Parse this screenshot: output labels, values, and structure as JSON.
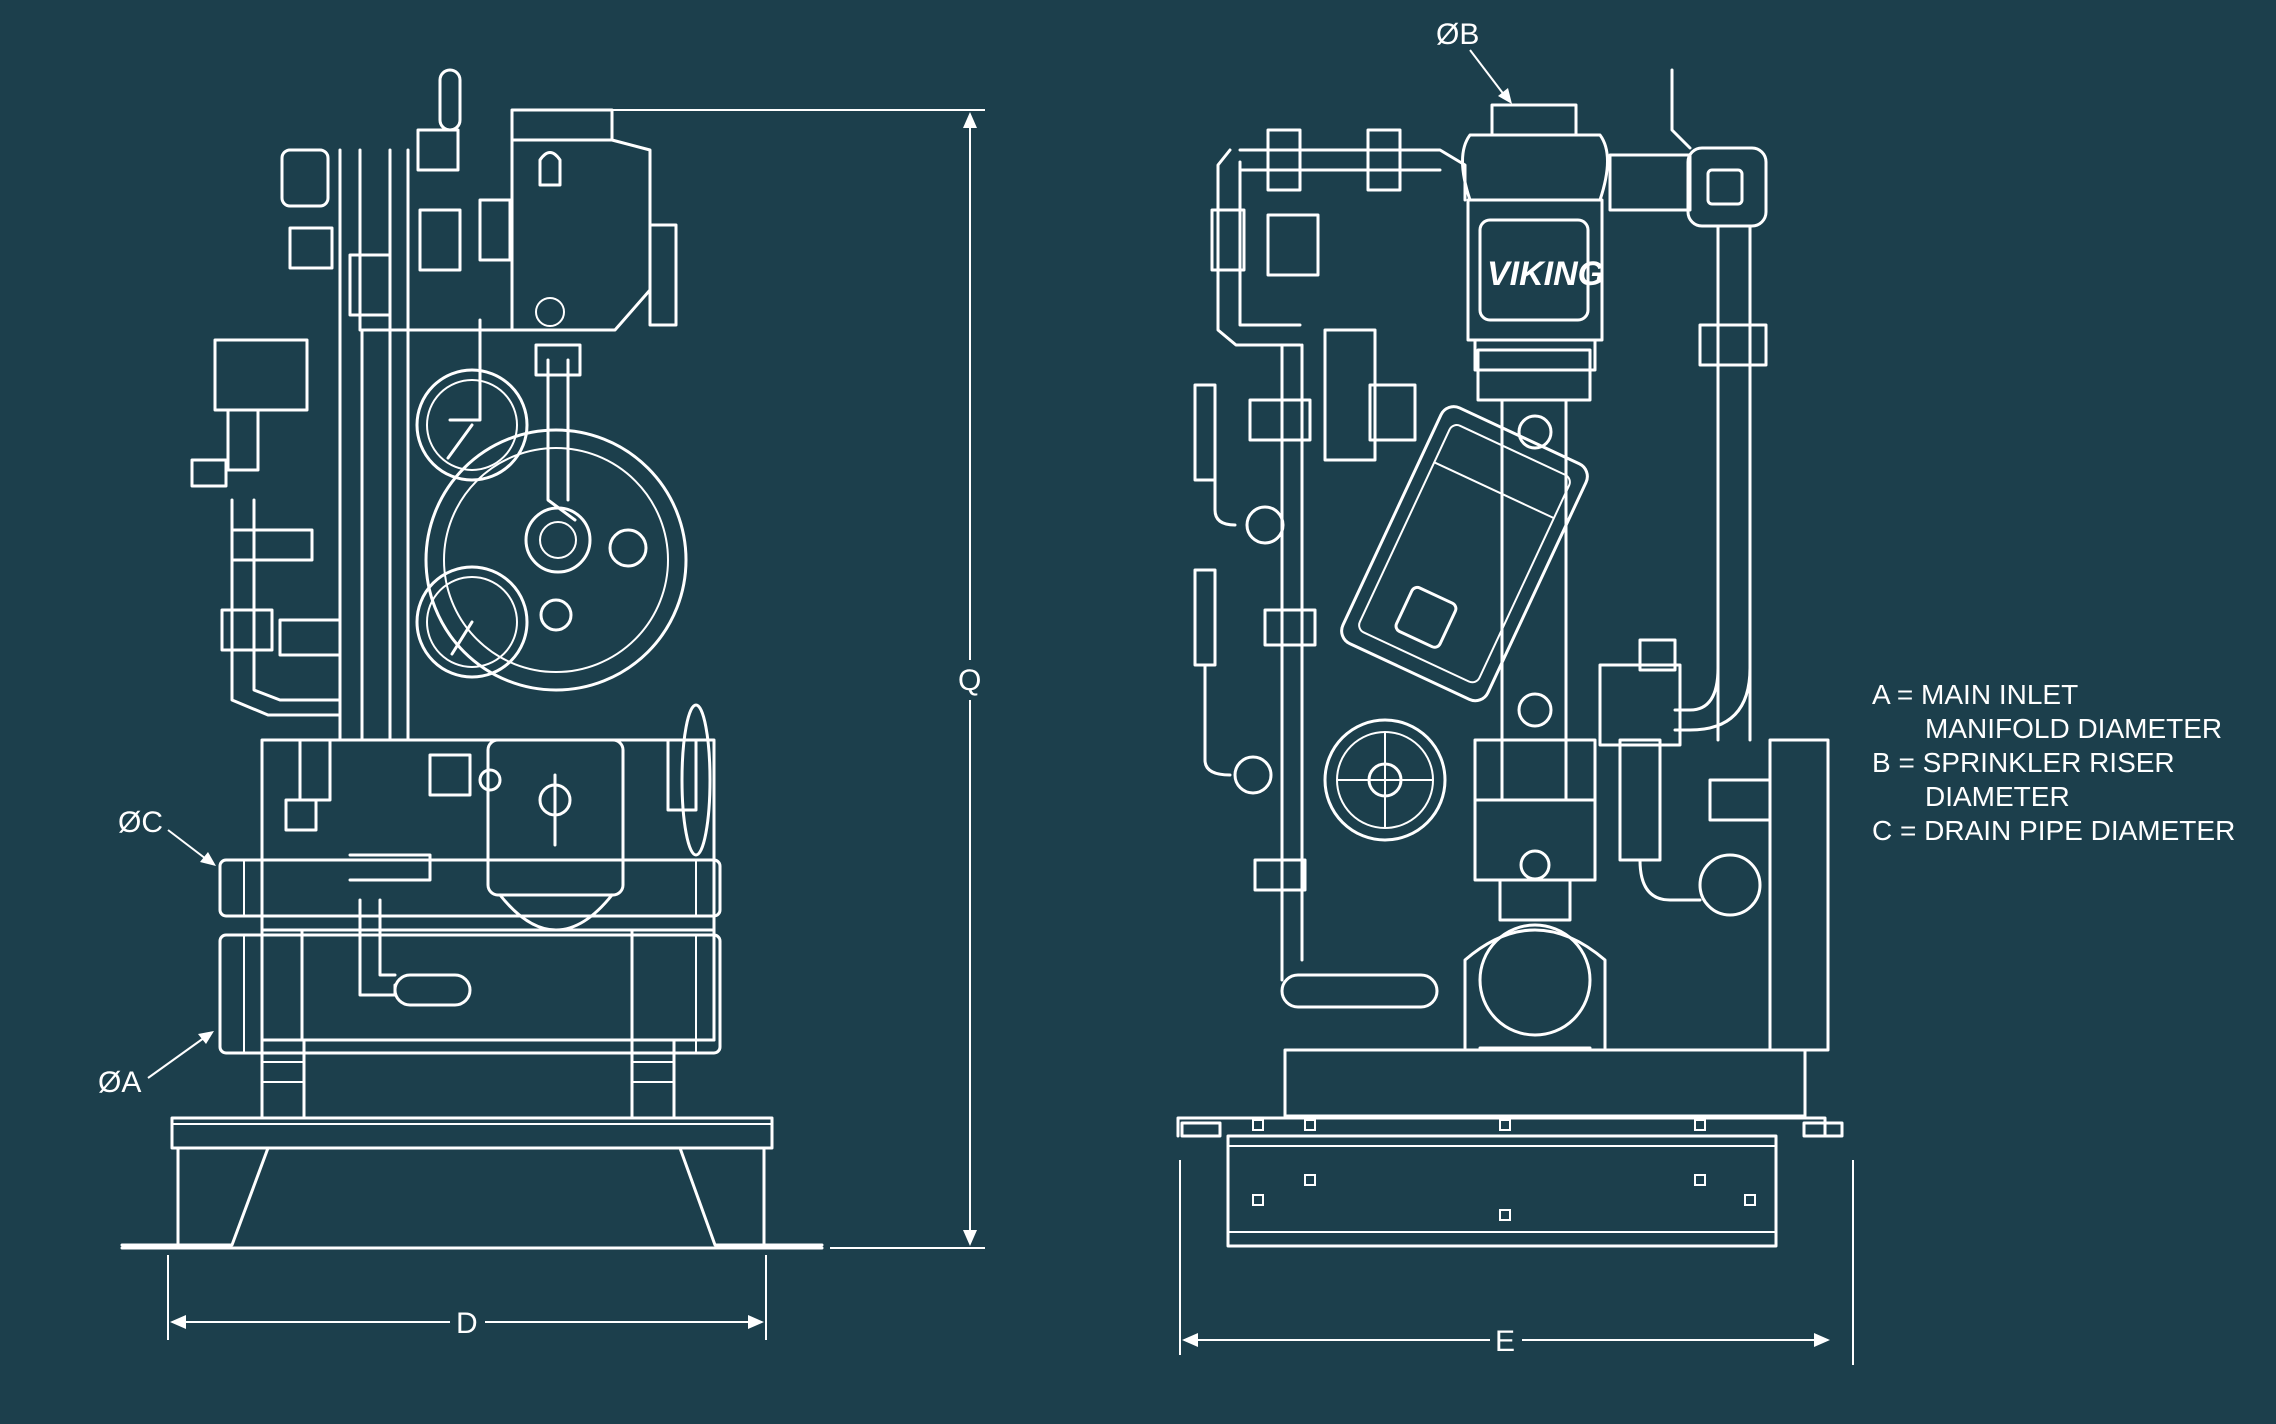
{
  "labels": {
    "dia_c": "ØC",
    "dia_a": "ØA",
    "dia_b": "ØB",
    "dim_q": "Q",
    "dim_d": "D",
    "dim_e": "E",
    "brand": "VIKING"
  },
  "legend": [
    {
      "line1": "A = MAIN INLET",
      "line2": "MANIFOLD DIAMETER"
    },
    {
      "line1": "B = SPRINKLER RISER",
      "line2": "DIAMETER"
    },
    {
      "line1": "C = DRAIN PIPE DIAMETER",
      "line2": ""
    }
  ],
  "colors": {
    "background": "#1c3f4c",
    "line": "#ffffff"
  }
}
